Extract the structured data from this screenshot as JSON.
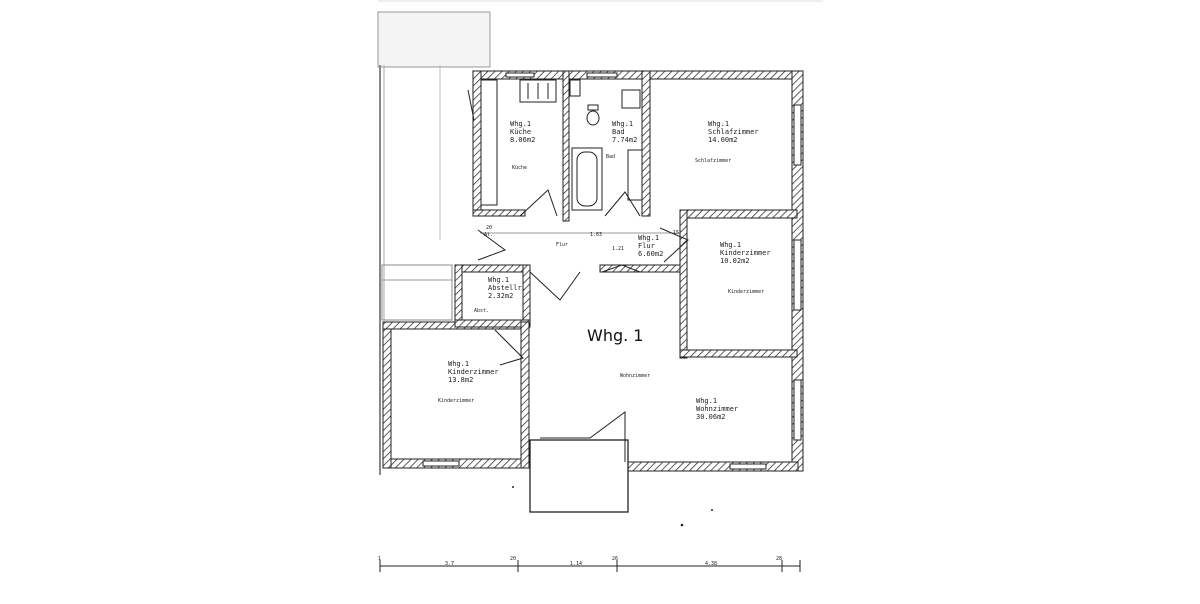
{
  "plan_title": "Whg. 1",
  "rooms": {
    "kueche": {
      "unit": "Whg.1",
      "name": "Küche",
      "area": "8.06m2",
      "caption": "Küche"
    },
    "bad": {
      "unit": "Whg.1",
      "name": "Bad",
      "area": "7.74m2",
      "caption": "Bad"
    },
    "schlafzimmer": {
      "unit": "Whg.1",
      "name": "Schlafzimmer",
      "area": "14.00m2",
      "caption": "Schlafzimmer"
    },
    "flur": {
      "unit": "Whg.1",
      "name": "Flur",
      "area": "6.60m2",
      "caption": "Flur"
    },
    "kinderzimmer_right": {
      "unit": "Whg.1",
      "name": "Kinderzimmer",
      "area": "10.02m2",
      "caption": "Kinderzimmer"
    },
    "abstellraum": {
      "unit": "Whg.1",
      "name": "Abstellr.",
      "area": "2.32m2",
      "caption": "Abst."
    },
    "kinderzimmer_left": {
      "unit": "Whg.1",
      "name": "Kinderzimmer",
      "area": "13.8m2",
      "caption": "Kinderzimmer"
    },
    "wohnzimmer": {
      "unit": "Whg.1",
      "name": "Wohnzimmer",
      "area": "30.06m2",
      "caption": "Wohnzimmer"
    }
  },
  "dimensions": {
    "flur_width": "1.63",
    "at_label": "At.",
    "dim_20": "20",
    "dim_15": "15",
    "dim_1_21": "1.21"
  },
  "scale_bar": {
    "seg1": "3.7",
    "seg2": "1.14",
    "seg3": "4.38",
    "tick_a": "1",
    "tick_b": "20",
    "tick_c": "26",
    "tick_d": "28"
  }
}
